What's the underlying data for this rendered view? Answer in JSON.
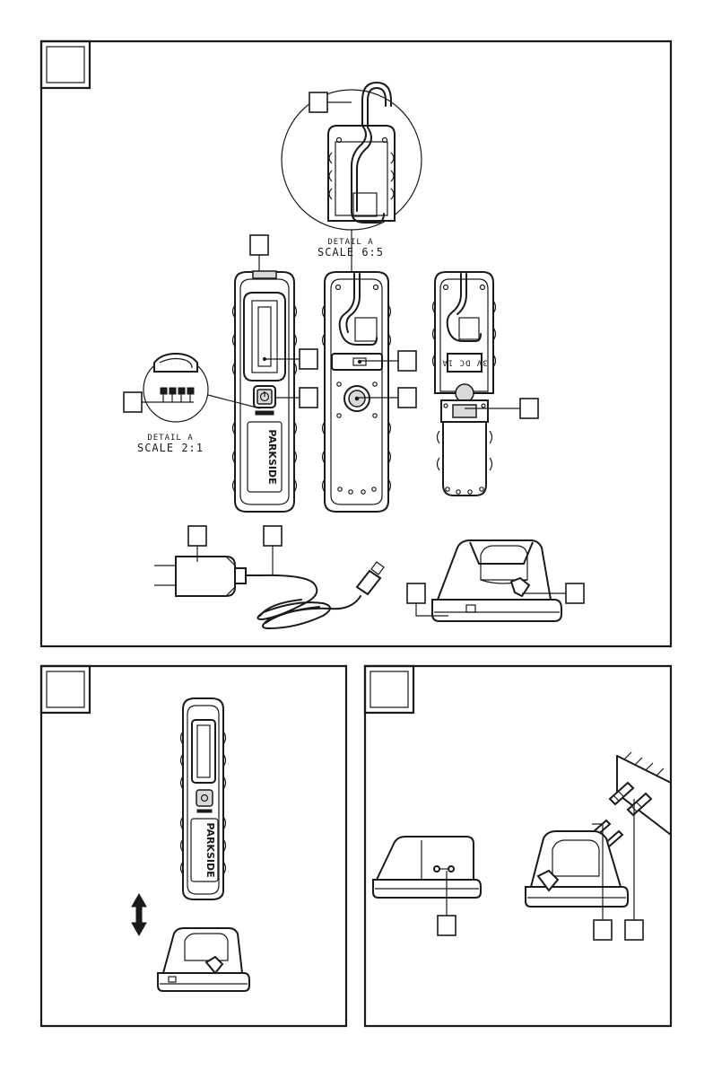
{
  "detail_top": {
    "line1": "DETAIL A",
    "line2": "SCALE 6:5"
  },
  "detail_left": {
    "line1": "DETAIL A",
    "line2": "SCALE 2:1"
  },
  "brand_main": "PARKSIDE",
  "brand_small": "PARKSIDE",
  "back_label": "3V DC 1A"
}
